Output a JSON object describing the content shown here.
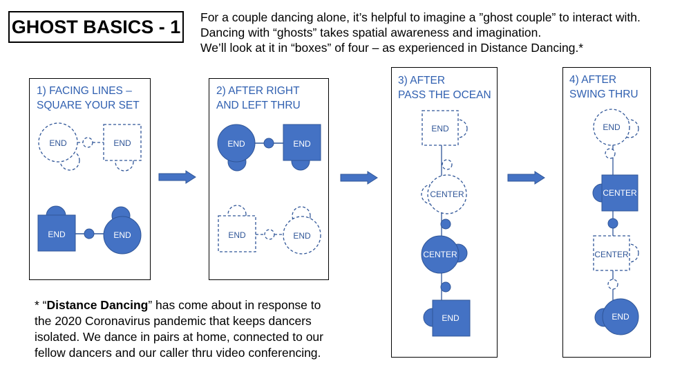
{
  "title": "GHOST BASICS - 1",
  "intro_lines": [
    "For a couple dancing alone, it’s helpful to imagine a ”ghost couple” to interact with.",
    "Dancing with “ghosts” takes spatial awareness and imagination.",
    "We’ll look at it in “boxes” of four – as experienced in Distance Dancing.*"
  ],
  "panels": [
    {
      "label_line1": "1) FACING LINES –",
      "label_line2": "SQUARE YOUR SET"
    },
    {
      "label_line1": "2) AFTER RIGHT",
      "label_line2": "AND LEFT THRU"
    },
    {
      "label_line1": "3) AFTER",
      "label_line2": "PASS THE OCEAN"
    },
    {
      "label_line1": "4) AFTER",
      "label_line2": "SWING THRU"
    }
  ],
  "dancer_labels": {
    "end": "END",
    "center": "CENTER"
  },
  "footnote": {
    "lead": "* “",
    "bold": "Distance Dancing",
    "line1_rest": "” has come about in response to",
    "line2": "the 2020 Coronavirus pandemic that keeps dancers",
    "line3": "isolated. We dance in pairs at home, connected to our",
    "line4": "fellow dancers and our caller thru video conferencing."
  },
  "colors": {
    "accent": "#4472c4",
    "label_blue": "#2f5fb0",
    "dashed": "#2f5597"
  }
}
